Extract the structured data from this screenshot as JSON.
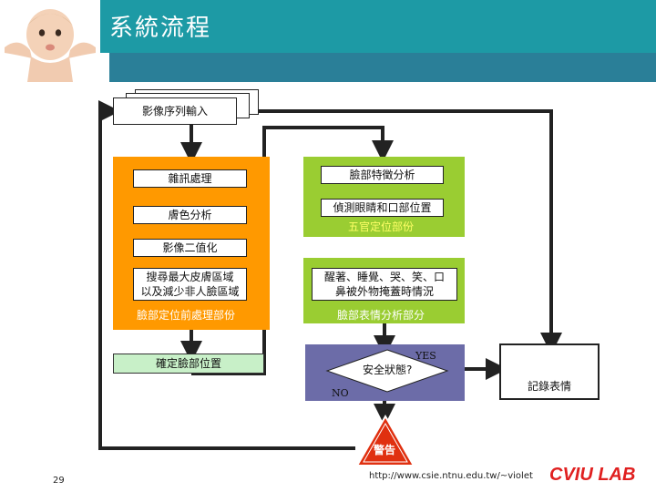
{
  "slide": {
    "title": "系統流程",
    "page_number": "29",
    "url": "http://www.csie.ntnu.edu.tw/~violet",
    "logo_text": "CVIU LAB"
  },
  "flow": {
    "input": "影像序列輸入",
    "noise": "雜訊處理",
    "skin": "膚色分析",
    "binarize": "影像二值化",
    "search_skin": "搜尋最大皮膚區域\n以及減少非人臉區域",
    "face_locate_label": "臉部定位前處理部份",
    "confirm_face": "確定臉部位置",
    "feature_analysis": "臉部特徵分析",
    "detect_eye_mouth": "偵測眼睛和口部位置",
    "facial_locate_label": "五官定位部份",
    "expression_states": "醒著、睡覺、哭、笑、口\n鼻被外物掩蓋時情況",
    "expression_label": "臉部表情分析部分",
    "safe_question": "安全狀態?",
    "yes": "YES",
    "no": "NO",
    "record": "記錄表情",
    "warning": "警告"
  },
  "colors": {
    "header_teal": "#1d9aa5",
    "orange": "#ff9900",
    "green": "#9acd32",
    "purple": "#6c6ca8",
    "warning_red": "#e03010",
    "logo_red": "#e02020"
  }
}
